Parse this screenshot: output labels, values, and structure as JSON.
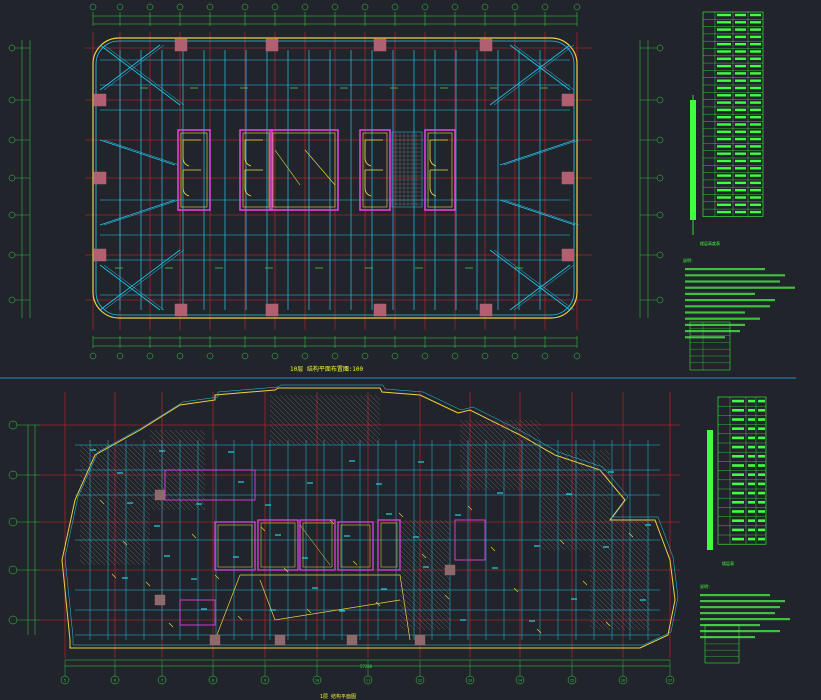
{
  "drawing": {
    "background": "#21252b",
    "colors": {
      "grid": "#e0202a",
      "beam": "#24c8f0",
      "wall": "#e040e0",
      "core_wall": "#f0e040",
      "dim": "#3ad04a",
      "slab_edge": "#f0d040",
      "column": "#b06070",
      "table_text": "#40ff40",
      "divider": "#2a8cd0",
      "title_text": "#f0f040"
    },
    "top_plan": {
      "title": "10层 结构平面布置图",
      "scale": "1:100",
      "grid_axes_x": [
        "1",
        "2",
        "3",
        "4",
        "5",
        "6",
        "7",
        "8",
        "9",
        "10",
        "11",
        "12",
        "13",
        "14",
        "15",
        "16",
        "17",
        "18",
        "19",
        "20",
        "21",
        "22",
        "23",
        "24",
        "25",
        "26"
      ],
      "grid_axes_y": [
        "A",
        "B",
        "C",
        "D",
        "E",
        "F"
      ]
    },
    "bottom_plan": {
      "title": "1层 结构平面图",
      "grid_axes_x": [
        "5",
        "6",
        "7",
        "8",
        "9",
        "10",
        "11",
        "12",
        "13",
        "14",
        "15",
        "16",
        "17"
      ],
      "grid_axes_y": [
        "G",
        "F",
        "E",
        "D",
        "C"
      ],
      "dim_total": "57200"
    },
    "top_table": {
      "rows": 28,
      "label": "楼层高度表"
    },
    "notes_top": {
      "heading": "说明："
    },
    "bottom_table": {
      "rows": 16,
      "label": "楼层表"
    },
    "notes_bottom": {
      "heading": "说明："
    }
  }
}
